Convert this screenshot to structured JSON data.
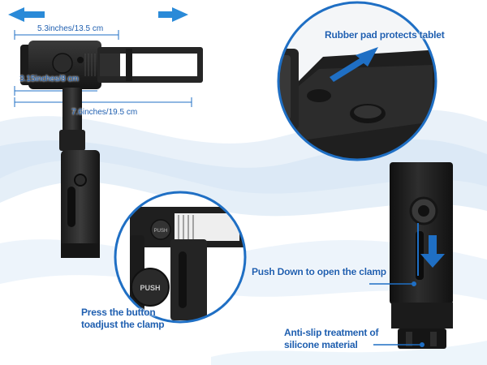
{
  "dimensions": {
    "height": "5.3inches/13.5 cm",
    "min_width": "3.15inches/8 cm",
    "max_width": "7.6inches/19.5 cm"
  },
  "callouts": {
    "rubber_pad": "Rubber pad protects tablet",
    "push_down": "Push Down to open the clamp",
    "press_button_line1": "Press the button",
    "press_button_line2": "toadjust the clamp",
    "anti_slip_line1": "Anti-slip treatment of",
    "anti_slip_line2": "silicone material"
  },
  "button_labels": {
    "push_small": "PUSH",
    "push_large": "PUSH"
  },
  "colors": {
    "accent_blue": "#1f6fc4",
    "holder_black": "#1c1c1c",
    "wave_blue": "#dbe9f6"
  }
}
